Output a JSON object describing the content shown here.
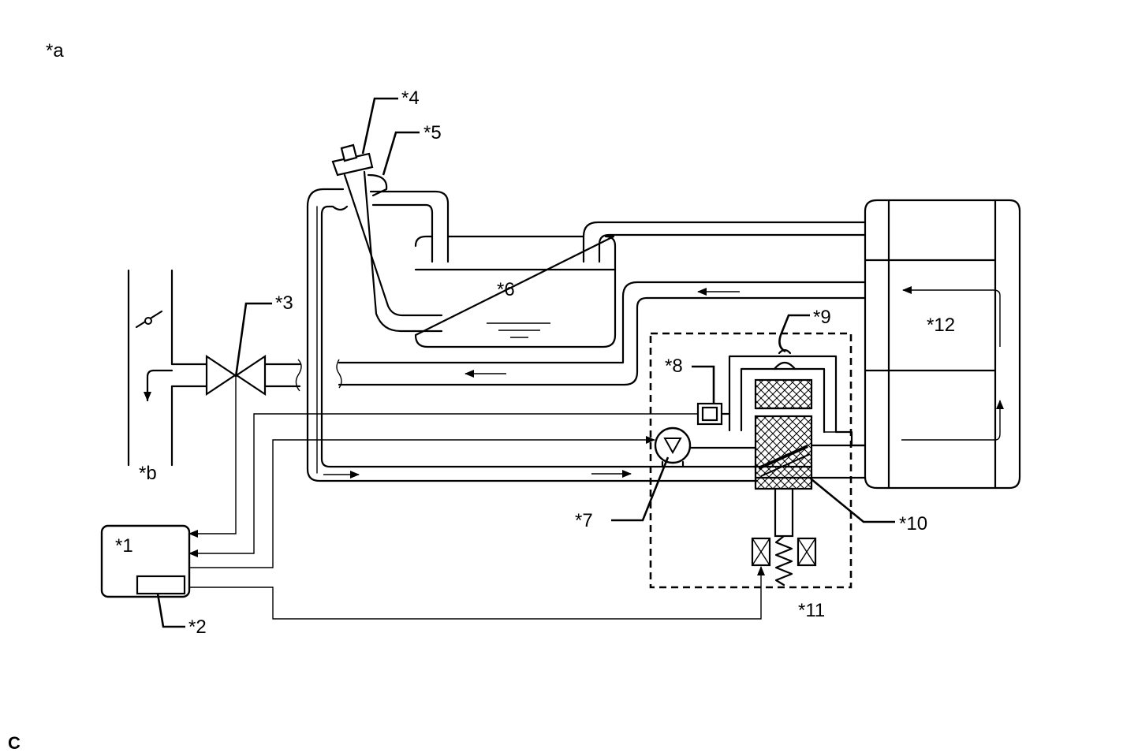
{
  "figure": {
    "corner_label": "*a",
    "footer_code": "C",
    "callouts": {
      "c1": "*1",
      "c2": "*2",
      "c3": "*3",
      "c4": "*4",
      "c5": "*5",
      "c6": "*6",
      "c7": "*7",
      "c8": "*8",
      "c9": "*9",
      "c10": "*10",
      "c11": "*11",
      "c12": "*12",
      "cb": "*b"
    }
  }
}
